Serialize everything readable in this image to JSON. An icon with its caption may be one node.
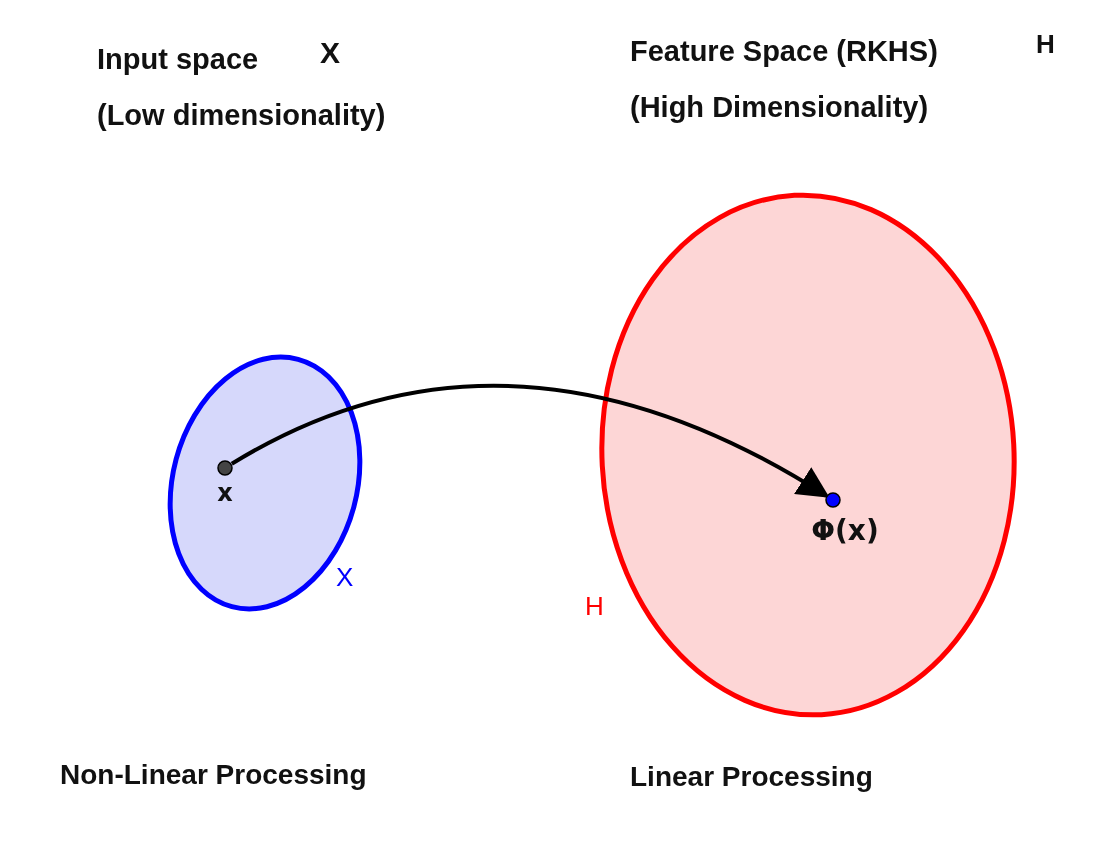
{
  "diagram": {
    "nodes": [
      {
        "text": [
          "X"
        ]
      },
      {
        "text": [
          "x"
        ],
        "in": 0
      },
      {
        "text": [
          "H"
        ]
      },
      {
        "text": [
          "Φ(x)"
        ],
        "in": 2
      }
    ],
    "edges": [
      {
        "from": 1,
        "to": 3,
        "arrow": "to"
      }
    ],
    "labels": [
      "Input space",
      "X",
      "(Low dimensionality)",
      "Feature Space (RKHS)",
      "H",
      "(High Dimensionality)",
      "Non-Linear Processing",
      "Linear Processing"
    ]
  }
}
